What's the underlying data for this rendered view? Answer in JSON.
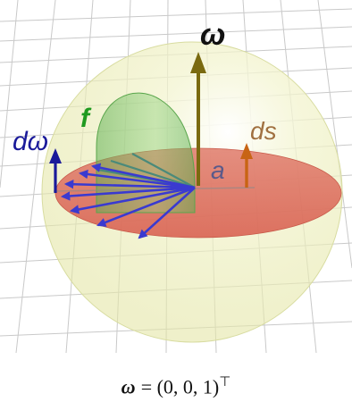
{
  "labels": {
    "omega": "ω",
    "f": "f",
    "ds": "ds",
    "domega": "dω",
    "a": "a"
  },
  "caption": {
    "symbol": "ω",
    "equals": "= (0, 0, 1)",
    "superscript": "⊤"
  },
  "colors": {
    "omega_arrow": "#7a6a10",
    "ds_arrow": "#c86414",
    "ds_label": "#a07040",
    "f_label": "#1f9a1f",
    "domega_label": "#1a1a9a",
    "a_label": "#5a5a8a",
    "vector_fan": "#3a3ad0",
    "cone_fill": "#6fbf5a",
    "disk_fill": "#e06b5b",
    "sphere_fill": "#eef0b0",
    "grid": "#c8c8c8"
  }
}
